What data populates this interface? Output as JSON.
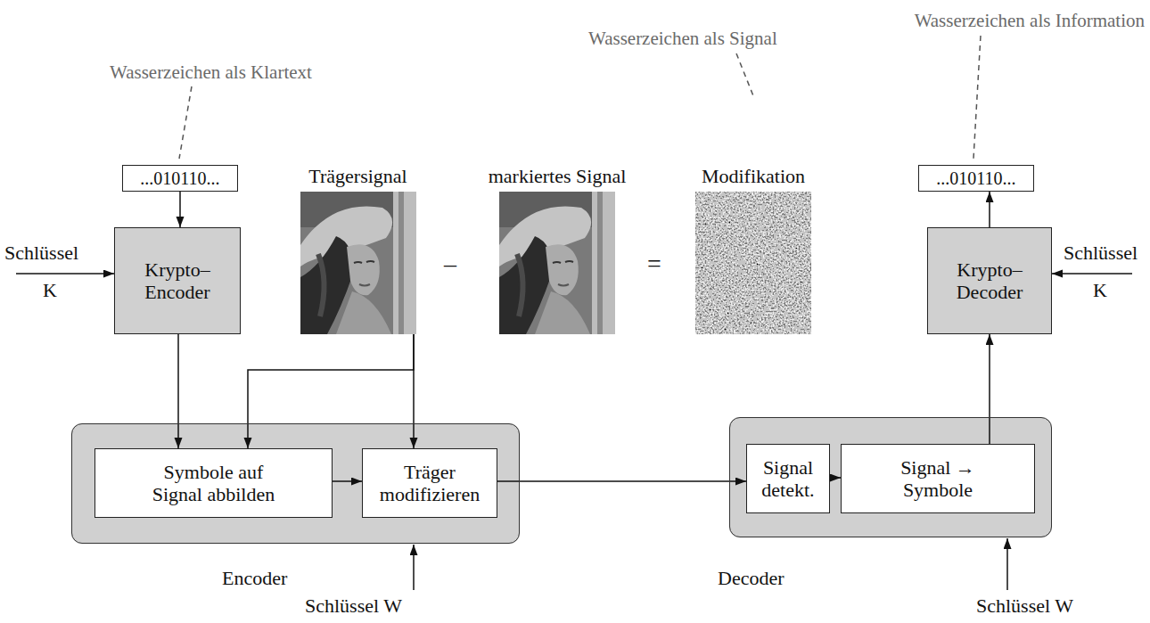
{
  "diagram": {
    "nodes": [
      {
        "text": [
          "...010110..."
        ]
      },
      {
        "text": [
          "Krypto– Encoder"
        ]
      },
      {
        "text": [
          "Trägersignal"
        ]
      },
      {
        "text": [
          "markiertes Signal"
        ]
      },
      {
        "text": [
          "Modifikation"
        ]
      },
      {
        "text": [
          "...010110..."
        ]
      },
      {
        "text": [
          "Krypto– Decoder"
        ]
      },
      {
        "text": [
          "Encoder"
        ]
      },
      {
        "text": [
          "Symbole auf Signal abbilden"
        ],
        "in": 7
      },
      {
        "text": [
          "Träger modifizieren"
        ],
        "in": 7
      },
      {
        "text": [
          "Decoder"
        ]
      },
      {
        "text": [
          "Signal detekt."
        ],
        "in": 10
      },
      {
        "text": [
          "Signal → Symbole"
        ],
        "in": 10
      }
    ],
    "edges": [
      {
        "from": 0,
        "to": 1,
        "arrow": "to"
      },
      {
        "from": 1,
        "to": 8,
        "arrow": "to"
      },
      {
        "from": 2,
        "to": 8,
        "arrow": "to"
      },
      {
        "from": 2,
        "to": 9,
        "arrow": "to"
      },
      {
        "from": 8,
        "to": 9,
        "arrow": "to"
      },
      {
        "from": 9,
        "to": 11,
        "arrow": "to"
      },
      {
        "from": 11,
        "to": 12,
        "arrow": "to"
      },
      {
        "from": 12,
        "to": 6,
        "arrow": "to"
      },
      {
        "from": 6,
        "to": 5,
        "arrow": "to"
      }
    ],
    "labels": [
      "Wasserzeichen als Klartext",
      "Wasserzeichen als Signal",
      "Wasserzeichen als Information",
      "Schlüssel",
      "K",
      "–",
      "=",
      "Schlüssel",
      "K",
      "Schlüssel W",
      "Schlüssel W"
    ]
  }
}
